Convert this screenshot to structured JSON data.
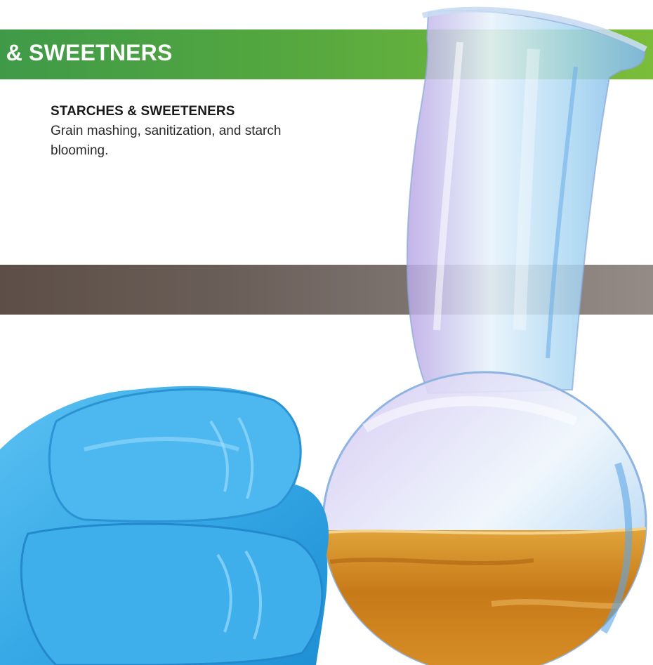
{
  "banner": {
    "title": "S & SWEETNERS"
  },
  "feature": {
    "heading": "STARCHES & SWEETENERS",
    "description": "Grain mashing, sanitization, and starch blooming."
  },
  "photo": {
    "subject_icons": [
      "flask-icon",
      "gloved-hand-icon"
    ]
  },
  "colors": {
    "banner_green": "#55a83f",
    "band_gray": "#6a5e58",
    "glove_blue": "#36a9e6",
    "liquid_amber": "#c77a18"
  }
}
